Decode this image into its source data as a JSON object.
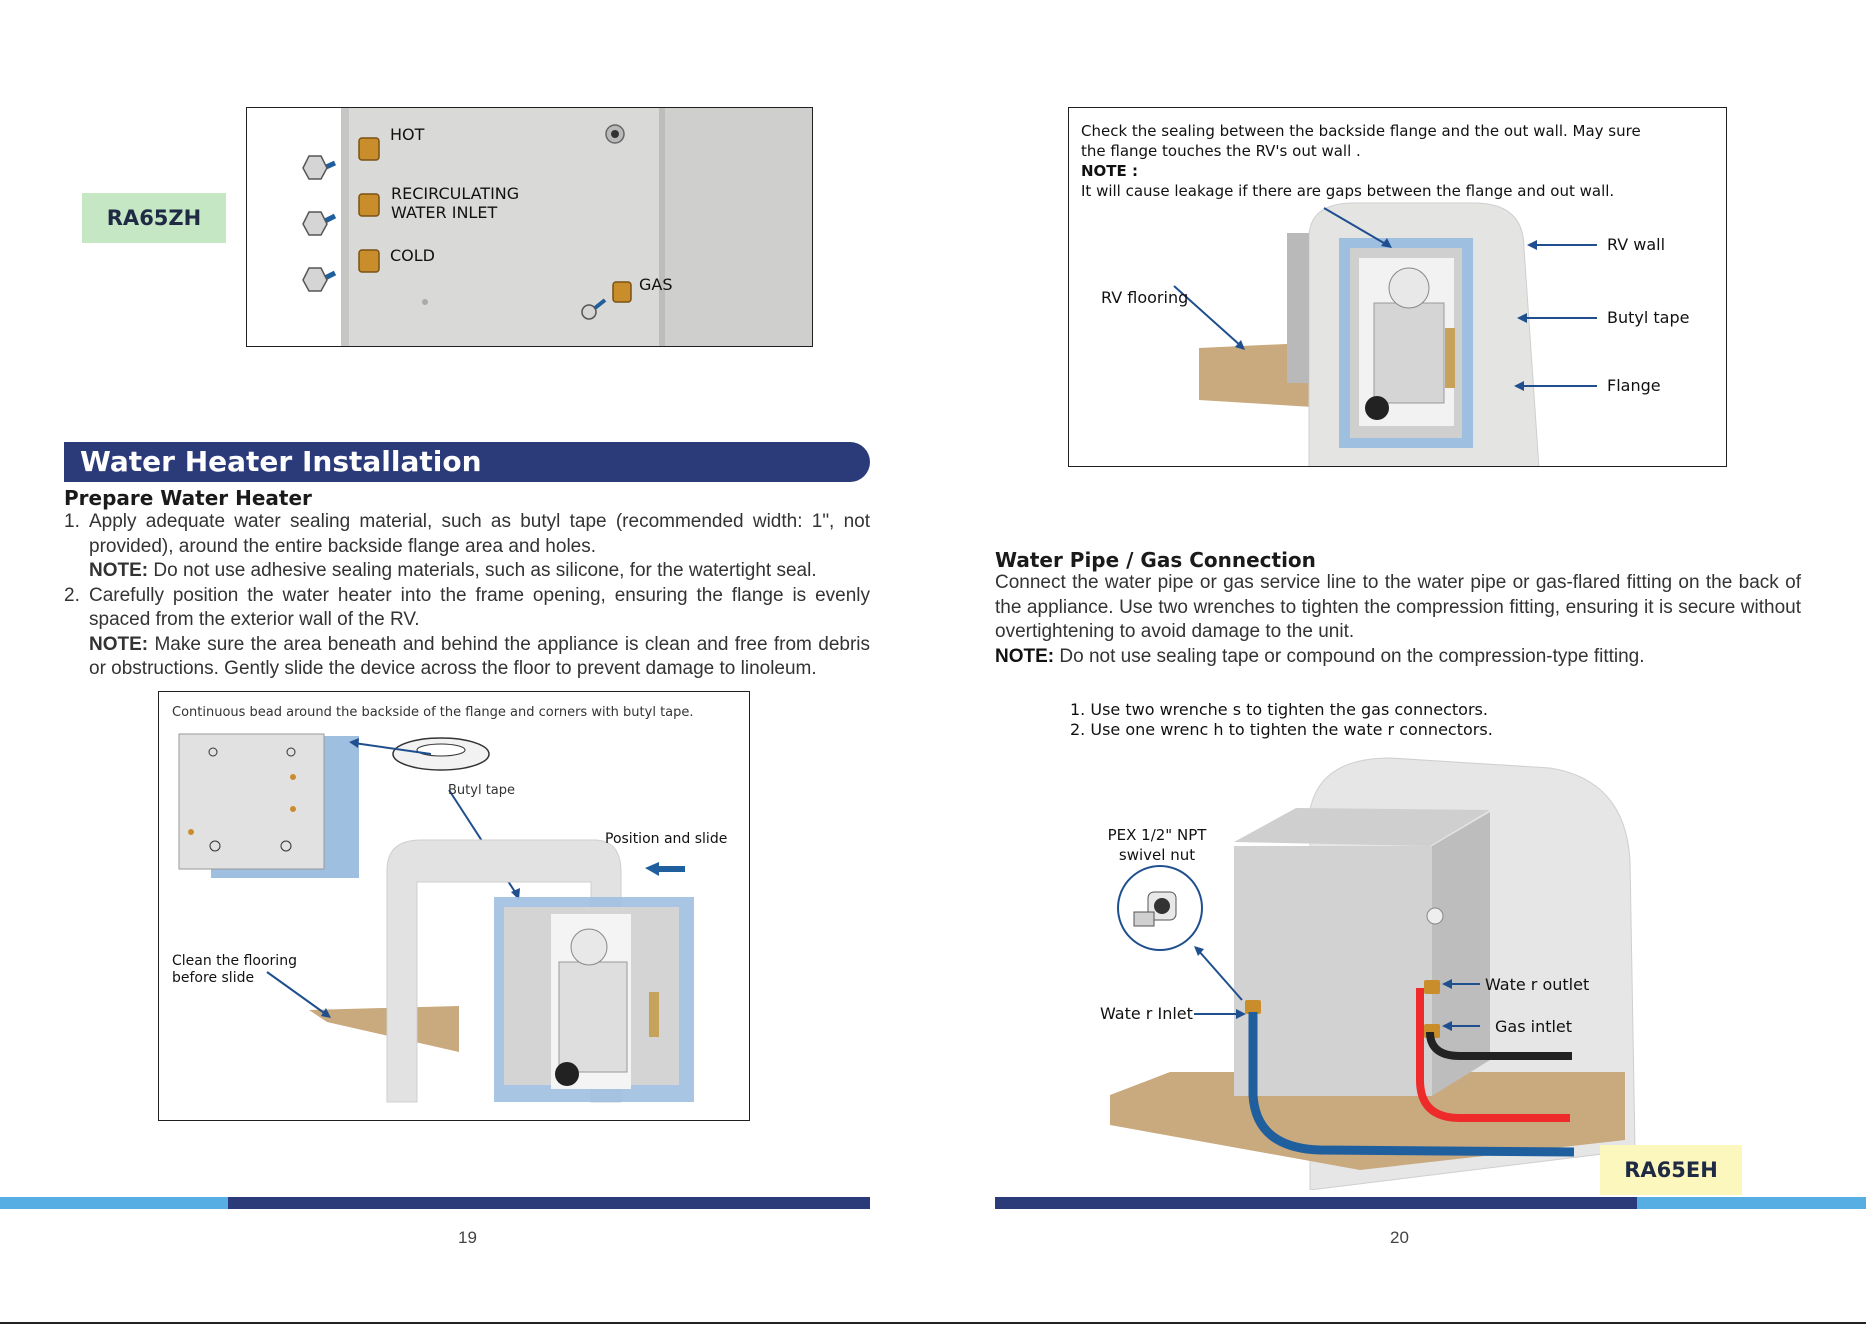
{
  "colors": {
    "navy": "#2b3b7a",
    "sky": "#56aee3",
    "green_tag": "#c6e7c4",
    "yellow_tag": "#fbf7bd",
    "pipe_blue": "#1f5f9e",
    "pipe_red": "#ee2a2a"
  },
  "top_left": {
    "model_tag": "RA65ZH",
    "labels": {
      "hot": "HOT",
      "recirc_1": "RECIRCULATING",
      "recirc_2": "WATER INLET",
      "cold": "COLD",
      "gas": "GAS"
    }
  },
  "top_right": {
    "line1": "Check  the sealing  between  the backside  flange and the out wall. May sure",
    "line2": "the flange  touches  the RV's  out wall .",
    "note_label": "NOTE :",
    "line3": "It will cause  leakage  if there  are gaps between  the flange  and out wall.",
    "labels": {
      "rv_wall": "RV wall",
      "rv_flooring": "RV flooring",
      "butyl": "Butyl  tape",
      "flange": "Flange"
    }
  },
  "section": {
    "banner": "Water Heater Installation",
    "heading": "Prepare Water Heater",
    "items": [
      {
        "num": "1.",
        "text": "Apply adequate water sealing material, such as butyl tape (recommended width: 1\", not provided), around the entire backside flange area and holes.",
        "note_label": "NOTE:",
        "note": "Do not use adhesive sealing materials, such as silicone, for the watertight seal."
      },
      {
        "num": "2.",
        "text": "Carefully position the water heater into the frame opening, ensuring the flange is evenly spaced from the exterior wall of the RV.",
        "note_label": "NOTE:",
        "note": "Make sure the area beneath and behind the appliance is clean and free from debris or obstructions. Gently slide the device across the floor to prevent damage to linoleum."
      }
    ]
  },
  "bottom_left": {
    "caption": "Continuous bead around the backside of the flange and corners with butyl tape.",
    "labels": {
      "butyl": "Butyl tape",
      "position": "Position   and slide",
      "clean_1": "Clean  the flooring",
      "clean_2": "before  slide"
    }
  },
  "right": {
    "heading": "Water Pipe / Gas Connection",
    "para": "Connect the water pipe or gas service line to the water pipe or gas-flared fitting on the back of the appliance. Use two wrenches to tighten the compression fitting, ensuring it is secure without overtightening to avoid damage to the unit.",
    "note_label": "NOTE:",
    "note": "Do not use sealing tape or compound on the compression-type fitting.",
    "steps": [
      "1. Use two wrenche s to tighten  the gas connectors.",
      "2. Use one wrenc h to tighten  the wate r connectors."
    ],
    "labels": {
      "pex_1": "PEX 1/2\"  NPT",
      "pex_2": "swivel nut",
      "water_inlet": "Wate r Inlet",
      "water_outlet": "Wate r outlet",
      "gas_inlet": "Gas intlet"
    },
    "model_tag": "RA65EH"
  },
  "footer": {
    "page_left": "19",
    "page_right": "20"
  }
}
